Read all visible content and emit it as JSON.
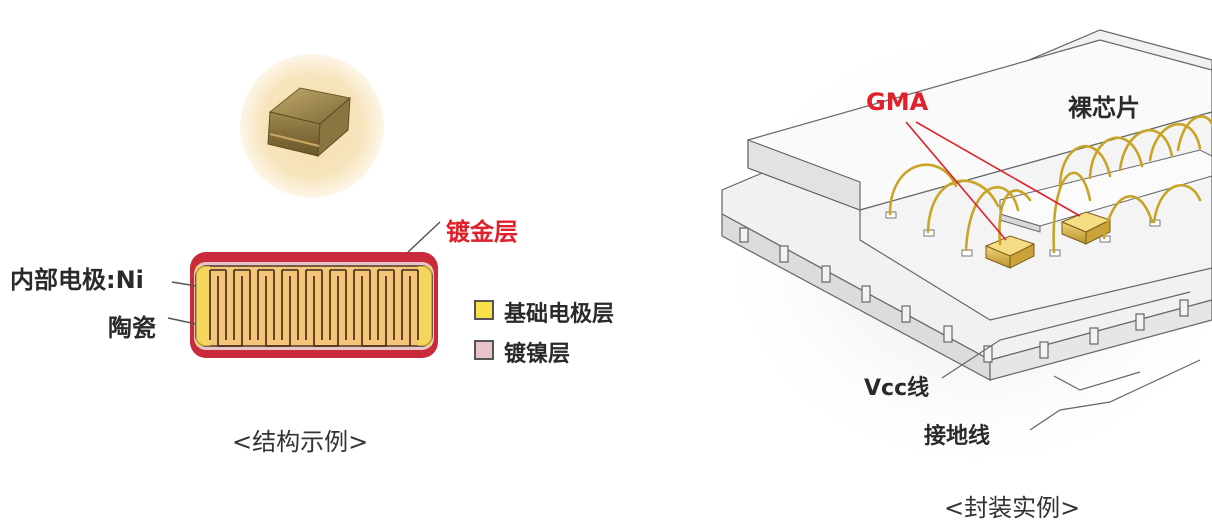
{
  "left": {
    "callout_gold": "镀金层",
    "label_inner_electrode": "内部电极:Ni",
    "label_ceramic": "陶瓷",
    "caption": "<结构示例>",
    "legend": [
      {
        "label": "基础电极层",
        "color": "#f7e04a"
      },
      {
        "label": "镀镍层",
        "color": "#e8c4c8"
      }
    ]
  },
  "right": {
    "label_gma": "GMA",
    "label_bare_chip": "裸芯片",
    "label_vcc": "Vcc线",
    "label_ground": "接地线",
    "caption": "<封装实例>"
  },
  "colors": {
    "accent_red": "#e0202a",
    "ceramic": "#f6c57a",
    "gold_wire": "#c9a426",
    "outline": "#555555"
  }
}
